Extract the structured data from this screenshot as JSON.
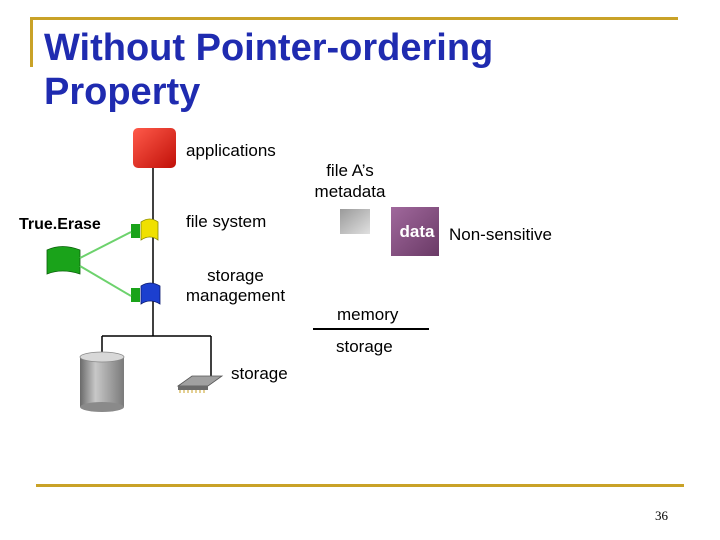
{
  "slide": {
    "title_line1": "Without Pointer-ordering",
    "title_line2": "Property",
    "page_number": "36"
  },
  "diagram": {
    "applications": "applications",
    "file_system": "file system",
    "storage_management_line1": "storage",
    "storage_management_line2": "management",
    "true_erase": "True.Erase",
    "metadata_line1": "file A’s",
    "metadata_line2": "metadata",
    "data_box": "data",
    "non_sensitive": "Non-sensitive",
    "memory": "memory",
    "storage_right": "storage",
    "storage_bottom": "storage"
  },
  "colors": {
    "title": "#1f2bb0",
    "accent_gold": "#c9a227",
    "applications_block": "#e8261c",
    "file_system_flag": "#f0e000",
    "storage_mgmt_flag": "#1c3fcf",
    "trueerase_flag": "#1aa31a",
    "data_box": "#8a4f86"
  }
}
